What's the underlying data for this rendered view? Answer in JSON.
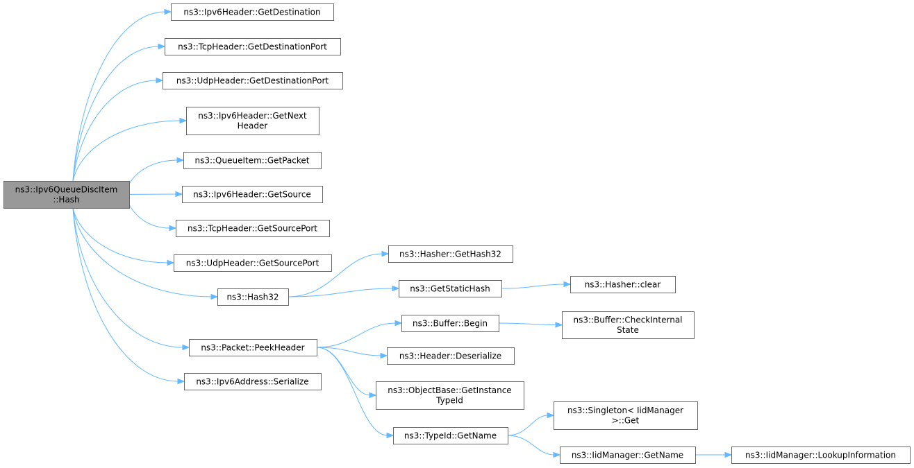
{
  "graph": {
    "edge_color": "#63b8ff",
    "root_fill": "#999999",
    "node_border": "#666666",
    "nodes": [
      {
        "id": "root",
        "lines": [
          "ns3::Ipv6QueueDiscItem",
          "::Hash"
        ],
        "root": true
      },
      {
        "id": "ipv6_getdest",
        "lines": [
          "ns3::Ipv6Header::GetDestination"
        ]
      },
      {
        "id": "tcp_getdestport",
        "lines": [
          "ns3::TcpHeader::GetDestinationPort"
        ]
      },
      {
        "id": "udp_getdestport",
        "lines": [
          "ns3::UdpHeader::GetDestinationPort"
        ]
      },
      {
        "id": "ipv6_getnext",
        "lines": [
          "ns3::Ipv6Header::GetNext",
          "Header"
        ]
      },
      {
        "id": "queueitem_getpacket",
        "lines": [
          "ns3::QueueItem::GetPacket"
        ]
      },
      {
        "id": "ipv6_getsource",
        "lines": [
          "ns3::Ipv6Header::GetSource"
        ]
      },
      {
        "id": "tcp_getsrcport",
        "lines": [
          "ns3::TcpHeader::GetSourcePort"
        ]
      },
      {
        "id": "udp_getsrcport",
        "lines": [
          "ns3::UdpHeader::GetSourcePort"
        ]
      },
      {
        "id": "hash32",
        "lines": [
          "ns3::Hash32"
        ]
      },
      {
        "id": "packet_peek",
        "lines": [
          "ns3::Packet::PeekHeader"
        ]
      },
      {
        "id": "ipv6addr_serialize",
        "lines": [
          "ns3::Ipv6Address::Serialize"
        ]
      },
      {
        "id": "hasher_gethash32",
        "lines": [
          "ns3::Hasher::GetHash32"
        ]
      },
      {
        "id": "getstatichash",
        "lines": [
          "ns3::GetStaticHash"
        ]
      },
      {
        "id": "hasher_clear",
        "lines": [
          "ns3::Hasher::clear"
        ]
      },
      {
        "id": "buffer_begin",
        "lines": [
          "ns3::Buffer::Begin"
        ]
      },
      {
        "id": "buffer_check",
        "lines": [
          "ns3::Buffer::CheckInternal",
          "State"
        ]
      },
      {
        "id": "header_deserialize",
        "lines": [
          "ns3::Header::Deserialize"
        ]
      },
      {
        "id": "objectbase_gettid",
        "lines": [
          "ns3::ObjectBase::GetInstance",
          "TypeId"
        ]
      },
      {
        "id": "typeid_getname",
        "lines": [
          "ns3::TypeId::GetName"
        ]
      },
      {
        "id": "singleton_get",
        "lines": [
          "ns3::Singleton< IidManager",
          ">::Get"
        ]
      },
      {
        "id": "iidmanager_getname",
        "lines": [
          "ns3::IidManager::GetName"
        ]
      },
      {
        "id": "iidmanager_lookup",
        "lines": [
          "ns3::IidManager::LookupInformation"
        ]
      }
    ],
    "edges": [
      [
        "root",
        "ipv6_getdest"
      ],
      [
        "root",
        "tcp_getdestport"
      ],
      [
        "root",
        "udp_getdestport"
      ],
      [
        "root",
        "ipv6_getnext"
      ],
      [
        "root",
        "queueitem_getpacket"
      ],
      [
        "root",
        "ipv6_getsource"
      ],
      [
        "root",
        "tcp_getsrcport"
      ],
      [
        "root",
        "udp_getsrcport"
      ],
      [
        "root",
        "hash32"
      ],
      [
        "root",
        "packet_peek"
      ],
      [
        "root",
        "ipv6addr_serialize"
      ],
      [
        "hash32",
        "hasher_gethash32"
      ],
      [
        "hash32",
        "getstatichash"
      ],
      [
        "getstatichash",
        "hasher_clear"
      ],
      [
        "packet_peek",
        "buffer_begin"
      ],
      [
        "packet_peek",
        "header_deserialize"
      ],
      [
        "packet_peek",
        "objectbase_gettid"
      ],
      [
        "packet_peek",
        "typeid_getname"
      ],
      [
        "buffer_begin",
        "buffer_check"
      ],
      [
        "typeid_getname",
        "singleton_get"
      ],
      [
        "typeid_getname",
        "iidmanager_getname"
      ],
      [
        "iidmanager_getname",
        "iidmanager_lookup"
      ]
    ]
  }
}
